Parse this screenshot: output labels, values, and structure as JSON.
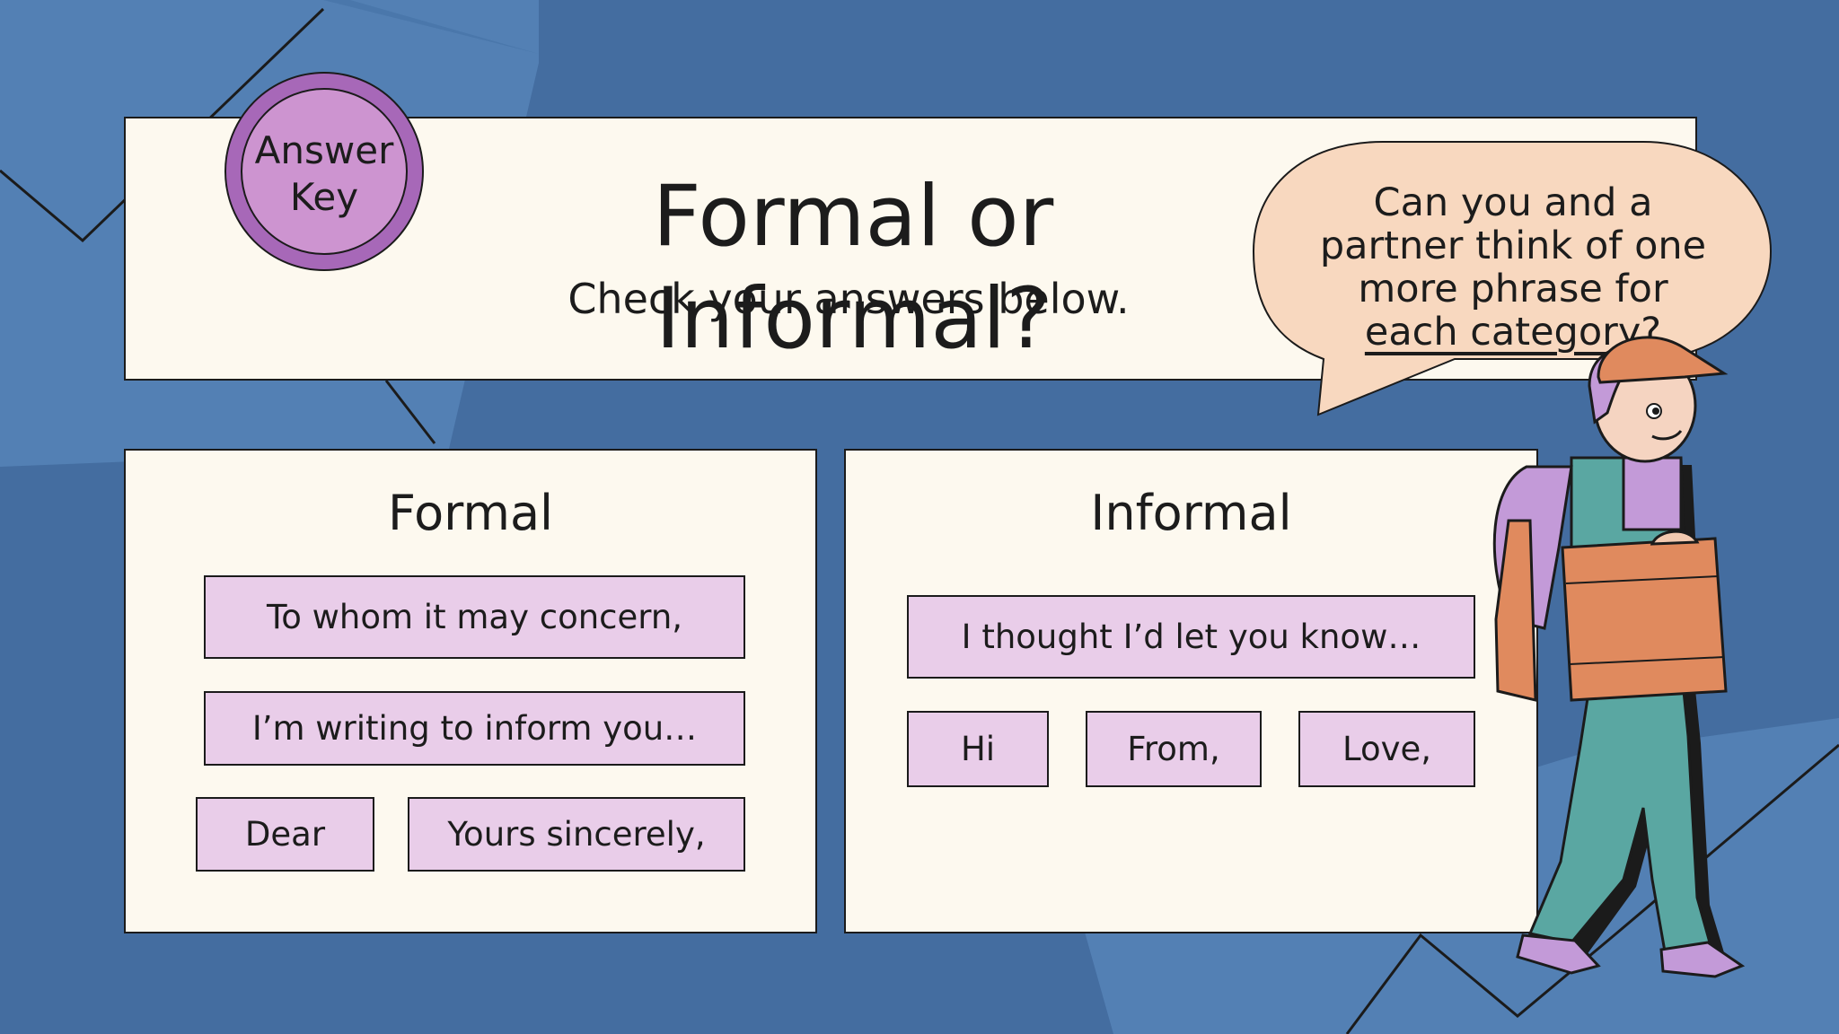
{
  "slide": {
    "title": "Formal or Informal?",
    "subtitle": "Check your answers below.",
    "badge_label": "Answer Key"
  },
  "speech_bubble": {
    "lines": [
      "Can you and a",
      "partner think of one",
      "more phrase for",
      "each category?"
    ]
  },
  "formal": {
    "heading": "Formal",
    "phrases": [
      "To whom it may concern,",
      "I’m writing to inform you…",
      "Dear",
      "Yours sincerely,"
    ]
  },
  "informal": {
    "heading": "Informal",
    "phrases": [
      "I thought I’d let you know…",
      "Hi",
      "From,",
      "Love,"
    ]
  },
  "colors": {
    "background": "#446da0",
    "panel": "#fdf9ef",
    "chip": "#e9cde9",
    "badge": "#a768b8",
    "bubble": "#f8d8bf"
  },
  "illustration": {
    "icon": "delivery-person-with-box-icon"
  }
}
